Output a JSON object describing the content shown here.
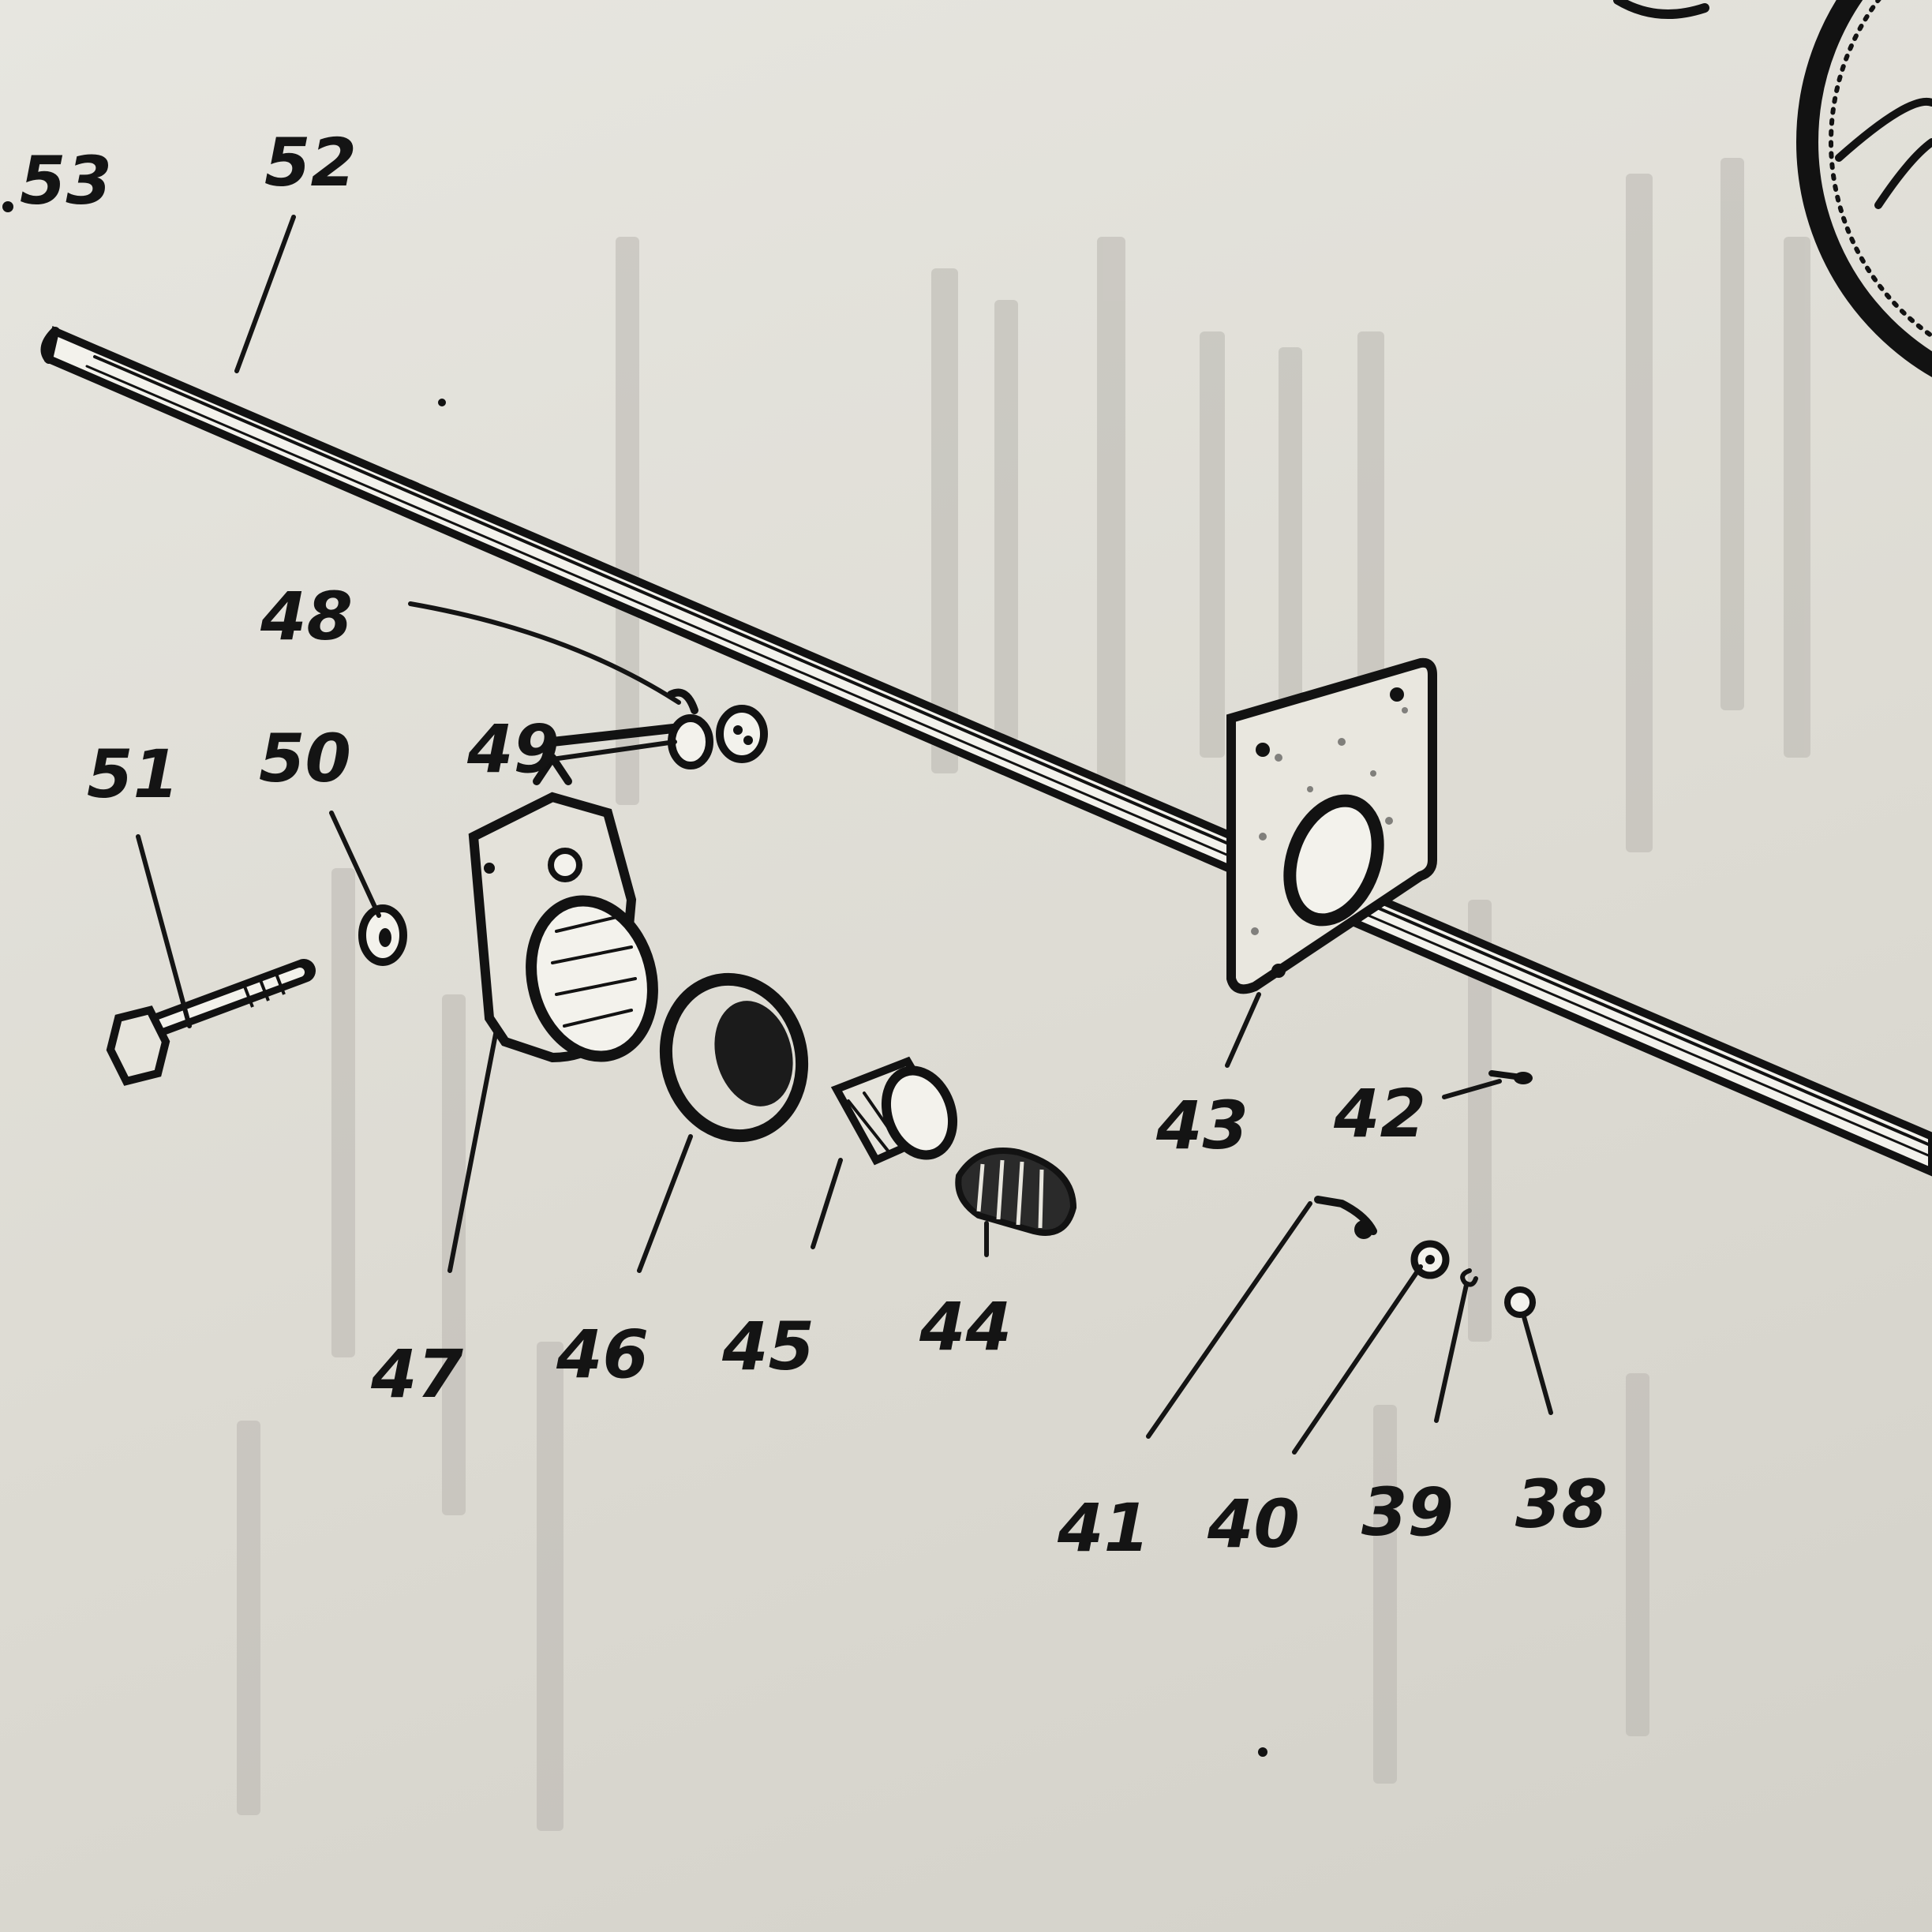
{
  "diagram": {
    "callouts": [
      {
        "id": "53",
        "text": "53"
      },
      {
        "id": "52",
        "text": "52"
      },
      {
        "id": "48",
        "text": "48"
      },
      {
        "id": "49",
        "text": "49"
      },
      {
        "id": "50",
        "text": "50"
      },
      {
        "id": "51",
        "text": "51"
      },
      {
        "id": "47",
        "text": "47"
      },
      {
        "id": "46",
        "text": "46"
      },
      {
        "id": "45",
        "text": "45"
      },
      {
        "id": "44",
        "text": "44"
      },
      {
        "id": "43",
        "text": "43"
      },
      {
        "id": "42",
        "text": "42"
      },
      {
        "id": "41",
        "text": "41"
      },
      {
        "id": "40",
        "text": "40"
      },
      {
        "id": "39",
        "text": "39"
      },
      {
        "id": "38",
        "text": "38"
      }
    ],
    "colors": {
      "paper": "#e2e1da",
      "ink": "#121212",
      "bleed_text": "#b9b7b0"
    }
  }
}
